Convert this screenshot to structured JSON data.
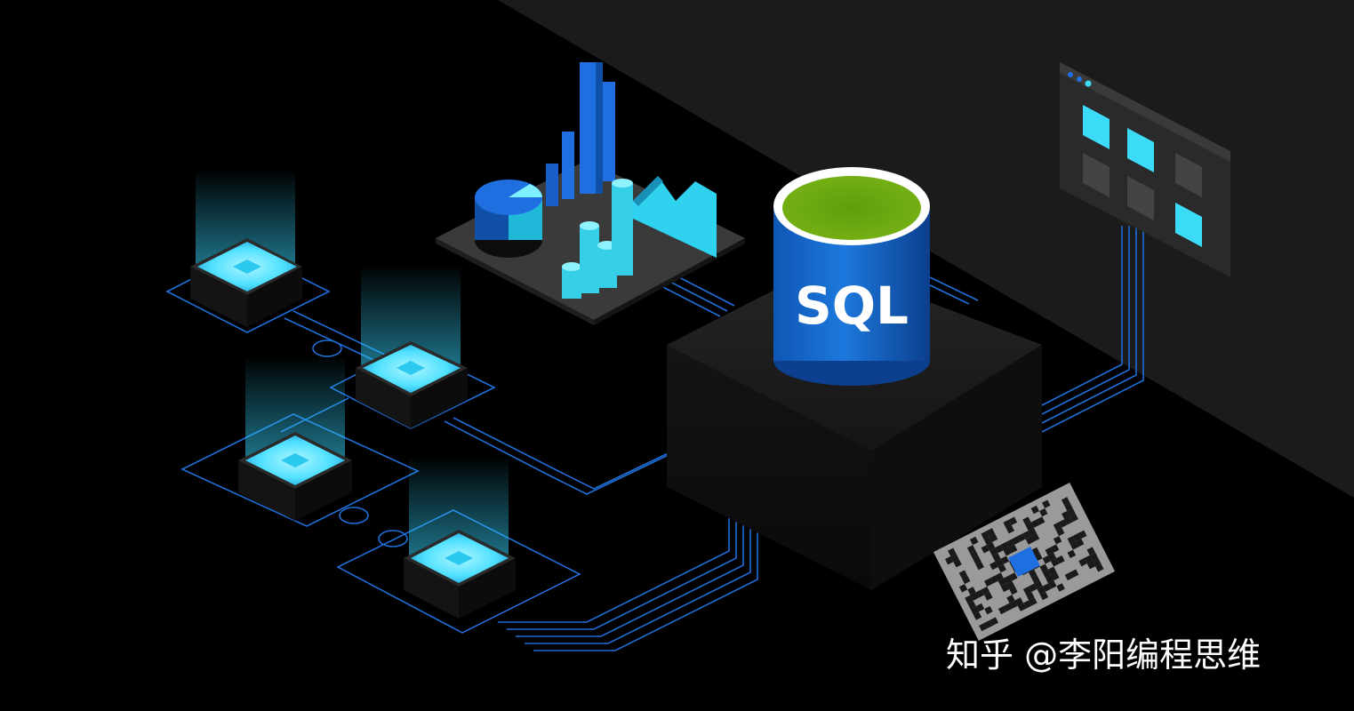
{
  "database": {
    "label": "SQL"
  },
  "watermark": {
    "platform": "知乎",
    "handle": "@李阳编程思维"
  },
  "colors": {
    "background": "#000000",
    "diagonal_band": "#1c1c1c",
    "circuit_line": "#1e6fd9",
    "tile_glow": "#3ee0ff",
    "cylinder_body": "#1466c8",
    "cylinder_top": "#6aa80c",
    "chart_bar_blue": "#1f6fe0",
    "chart_cyan": "#35d0e8",
    "window_tile_active": "#3cdcf8",
    "window_tile_inactive": "#3a3a3a"
  },
  "icons": [
    "qr-code-icon",
    "sql-database-icon",
    "chart-platform-icon",
    "app-window-icon",
    "glow-tile-icon"
  ]
}
